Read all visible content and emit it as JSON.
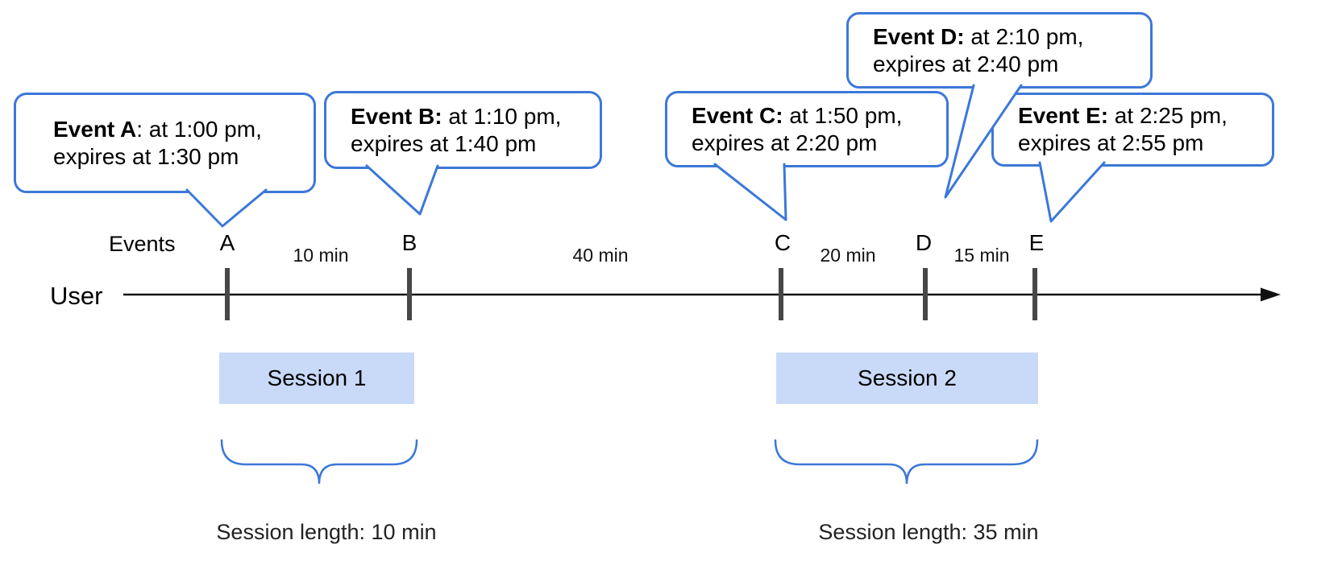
{
  "colors": {
    "accent_blue": "#3c78d8",
    "session_fill": "#c9daf8",
    "tick_gray": "#474747",
    "axis_black": "#111111"
  },
  "axis": {
    "events_label": "Events",
    "user_label": "User"
  },
  "events": [
    {
      "label": "A",
      "callout_bold": "Event A",
      "callout_rest": ": at 1:00 pm,",
      "callout_line2": "expires at 1:30 pm"
    },
    {
      "label": "B",
      "callout_bold": "Event B:",
      "callout_rest": " at 1:10 pm,",
      "callout_line2": "expires at 1:40 pm"
    },
    {
      "label": "C",
      "callout_bold": "Event C:",
      "callout_rest": " at 1:50 pm,",
      "callout_line2": "expires at 2:20 pm"
    },
    {
      "label": "D",
      "callout_bold": "Event D:",
      "callout_rest": " at 2:10 pm,",
      "callout_line2": "expires at 2:40 pm"
    },
    {
      "label": "E",
      "callout_bold": "Event E:",
      "callout_rest": " at 2:25 pm,",
      "callout_line2": "expires at 2:55 pm"
    }
  ],
  "intervals": [
    {
      "label": "10 min"
    },
    {
      "label": "40 min"
    },
    {
      "label": "20 min"
    },
    {
      "label": "15 min"
    }
  ],
  "sessions": [
    {
      "label": "Session 1",
      "length": "Session length: 10 min"
    },
    {
      "label": "Session 2",
      "length": "Session length: 35 min"
    }
  ]
}
